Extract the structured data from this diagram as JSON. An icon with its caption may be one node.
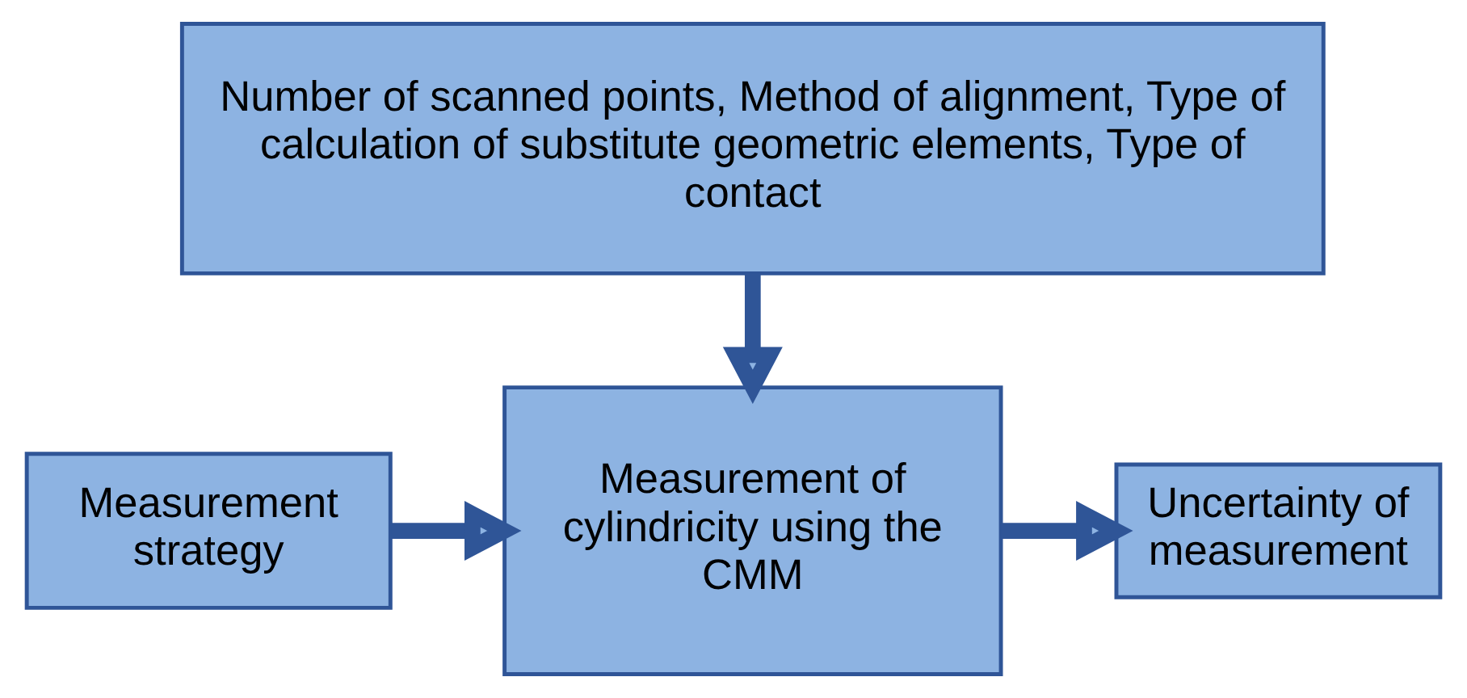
{
  "diagram": {
    "nodes": [
      {
        "text": [
          "Number of scanned points, Method of alignment, Type of calculation of substitute geometric elements, Type of contact"
        ]
      },
      {
        "text": [
          "Measurement strategy"
        ]
      },
      {
        "text": [
          "Measurement of cylindricity using the CMM"
        ]
      },
      {
        "text": [
          "Uncertainty of measurement"
        ]
      }
    ],
    "edges": [
      {
        "from": 0,
        "to": 2,
        "arrow": "to"
      },
      {
        "from": 1,
        "to": 2,
        "arrow": "to"
      },
      {
        "from": 2,
        "to": 3,
        "arrow": "to"
      }
    ]
  }
}
